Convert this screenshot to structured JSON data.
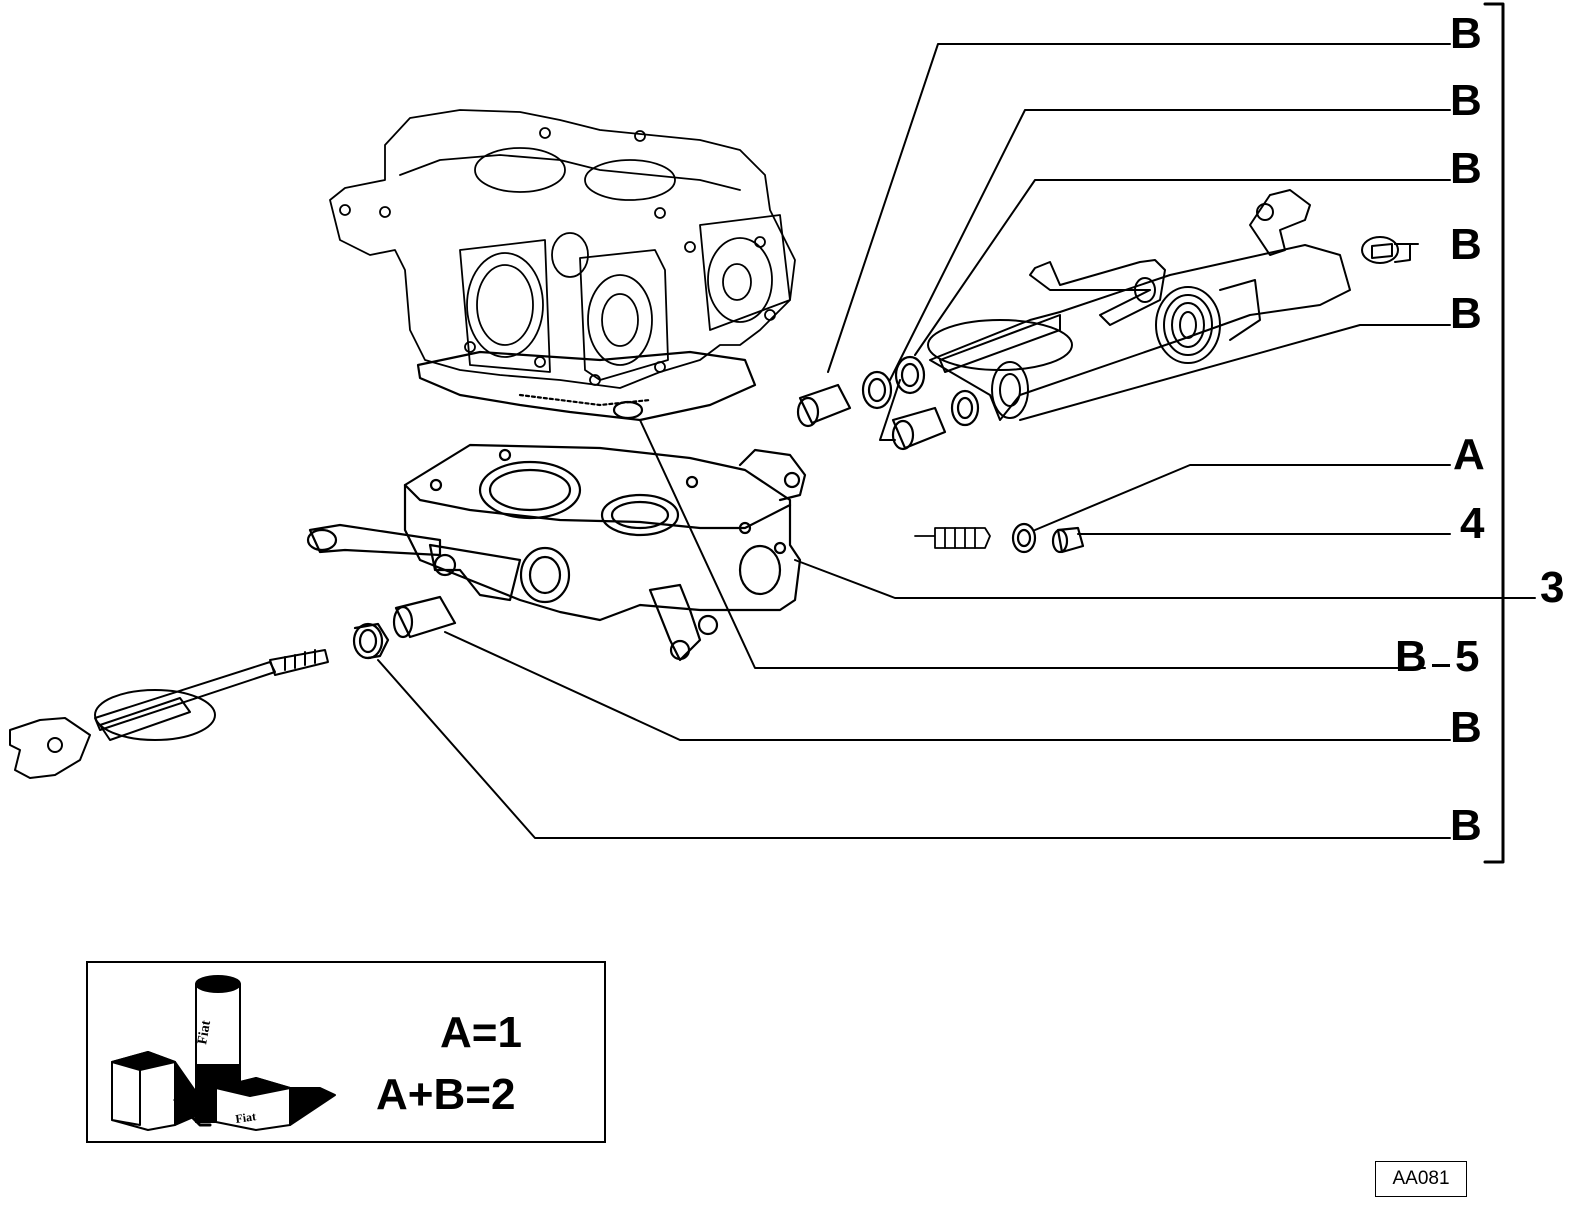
{
  "callouts": {
    "b1": "B",
    "b2": "B",
    "b3": "B",
    "b4": "B",
    "b5": "B",
    "a": "A",
    "n4": "4",
    "n3": "3",
    "b_5_letter": "B",
    "b_5_number": "5",
    "b6": "B",
    "b7": "B"
  },
  "kit_legend": {
    "line1": "A=1",
    "line2": "A+B=2",
    "can_text": "Fiat"
  },
  "reference_code": "AA081",
  "colors": {
    "ink": "#000000",
    "background": "#ffffff"
  }
}
